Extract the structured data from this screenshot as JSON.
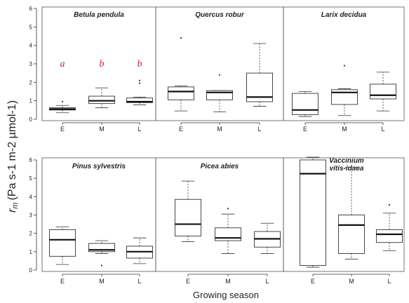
{
  "figure": {
    "ylabel_main": "r",
    "ylabel_sub": "m",
    "ylabel_units": "(Pa s-1 m-2 µmol-1)",
    "xlabel": "Growing season"
  },
  "chart_data": [
    {
      "type": "box",
      "title": "Betula pendula",
      "categories": [
        "E",
        "M",
        "L"
      ],
      "ylim": [
        0,
        6
      ],
      "yticks": [
        0,
        1,
        2,
        3,
        4,
        5,
        6
      ],
      "boxes": [
        {
          "min": 0.35,
          "q1": 0.5,
          "median": 0.55,
          "q3": 0.62,
          "max": 0.75,
          "outliers": [
            0.95
          ]
        },
        {
          "min": 0.62,
          "q1": 0.85,
          "median": 1.0,
          "q3": 1.25,
          "max": 1.7,
          "outliers": []
        },
        {
          "min": 0.78,
          "q1": 0.9,
          "median": 0.95,
          "q3": 1.15,
          "max": 1.2,
          "outliers": [
            1.95,
            2.1
          ]
        }
      ],
      "annotations": [
        "a",
        "b",
        "b"
      ]
    },
    {
      "type": "box",
      "title": "Quercus robur",
      "categories": [
        "E",
        "M",
        "L"
      ],
      "ylim": [
        0,
        6
      ],
      "yticks": [],
      "boxes": [
        {
          "min": 0.45,
          "q1": 1.05,
          "median": 1.5,
          "q3": 1.75,
          "max": 1.8,
          "outliers": [
            4.4
          ]
        },
        {
          "min": 0.4,
          "q1": 1.05,
          "median": 1.45,
          "q3": 1.55,
          "max": 1.55,
          "outliers": [
            2.4
          ]
        },
        {
          "min": 0.7,
          "q1": 0.95,
          "median": 1.2,
          "q3": 2.5,
          "max": 4.1,
          "outliers": []
        }
      ],
      "annotations": []
    },
    {
      "type": "box",
      "title": "Larix decidua",
      "categories": [
        "E",
        "M",
        "L"
      ],
      "ylim": [
        0,
        6
      ],
      "yticks": [],
      "boxes": [
        {
          "min": 0.15,
          "q1": 0.25,
          "median": 0.5,
          "q3": 1.4,
          "max": 1.5,
          "outliers": []
        },
        {
          "min": 0.2,
          "q1": 0.8,
          "median": 1.45,
          "q3": 1.6,
          "max": 1.65,
          "outliers": [
            2.9
          ]
        },
        {
          "min": 0.45,
          "q1": 1.1,
          "median": 1.3,
          "q3": 1.9,
          "max": 2.55,
          "outliers": []
        }
      ],
      "annotations": []
    },
    {
      "type": "box",
      "title": "Pinus sylvestris",
      "categories": [
        "E",
        "M",
        "L"
      ],
      "ylim": [
        0,
        6
      ],
      "yticks": [
        0,
        1,
        2,
        3,
        4,
        5,
        6
      ],
      "boxes": [
        {
          "min": 0.3,
          "q1": 0.75,
          "median": 1.65,
          "q3": 2.2,
          "max": 2.35,
          "outliers": []
        },
        {
          "min": 0.9,
          "q1": 1.0,
          "median": 1.1,
          "q3": 1.45,
          "max": 1.6,
          "outliers": [
            0.25
          ]
        },
        {
          "min": 0.35,
          "q1": 0.65,
          "median": 1.0,
          "q3": 1.3,
          "max": 1.75,
          "outliers": []
        }
      ],
      "annotations": []
    },
    {
      "type": "box",
      "title": "Picea abies",
      "categories": [
        "E",
        "M",
        "L"
      ],
      "ylim": [
        0,
        6
      ],
      "yticks": [],
      "boxes": [
        {
          "min": 1.55,
          "q1": 1.85,
          "median": 2.5,
          "q3": 3.85,
          "max": 4.85,
          "outliers": []
        },
        {
          "min": 0.9,
          "q1": 1.6,
          "median": 1.75,
          "q3": 2.3,
          "max": 3.05,
          "outliers": [
            3.35
          ]
        },
        {
          "min": 0.9,
          "q1": 1.25,
          "median": 1.7,
          "q3": 2.1,
          "max": 2.55,
          "outliers": []
        }
      ],
      "annotations": []
    },
    {
      "type": "box",
      "title": "Vaccinium vitis-idaea",
      "title_lines": [
        "Vaccinium",
        "vitis-idaea"
      ],
      "categories": [
        "E",
        "M",
        "L"
      ],
      "ylim": [
        0,
        6
      ],
      "yticks": [],
      "boxes": [
        {
          "min": 0.15,
          "q1": 0.25,
          "median": 5.25,
          "q3": 6.0,
          "max": 6.15,
          "outliers": []
        },
        {
          "min": 0.6,
          "q1": 0.9,
          "median": 2.45,
          "q3": 3.0,
          "max": 5.6,
          "outliers": []
        },
        {
          "min": 1.05,
          "q1": 1.5,
          "median": 1.95,
          "q3": 2.2,
          "max": 3.1,
          "outliers": [
            3.55
          ]
        }
      ],
      "annotations": []
    }
  ]
}
